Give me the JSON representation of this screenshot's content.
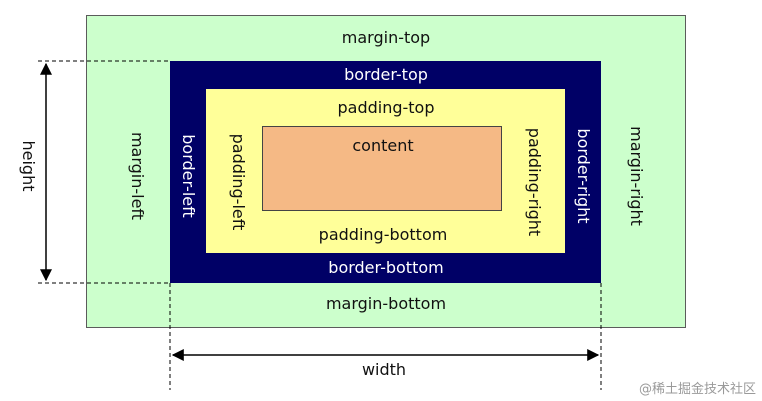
{
  "diagram": {
    "margin_top": "margin-top",
    "margin_left": "margin-left",
    "margin_right": "margin-right",
    "margin_bottom": "margin-bottom",
    "border_top": "border-top",
    "border_left": "border-left",
    "border_right": "border-right",
    "border_bottom": "border-bottom",
    "padding_top": "padding-top",
    "padding_left": "padding-left",
    "padding_right": "padding-right",
    "padding_bottom": "padding-bottom",
    "content": "content",
    "height_label": "height",
    "width_label": "width"
  },
  "watermark": "@稀土掘金技术社区",
  "colors": {
    "margin": "#ccffcc",
    "border": "#000066",
    "padding": "#ffff99",
    "content": "#f5b985"
  }
}
